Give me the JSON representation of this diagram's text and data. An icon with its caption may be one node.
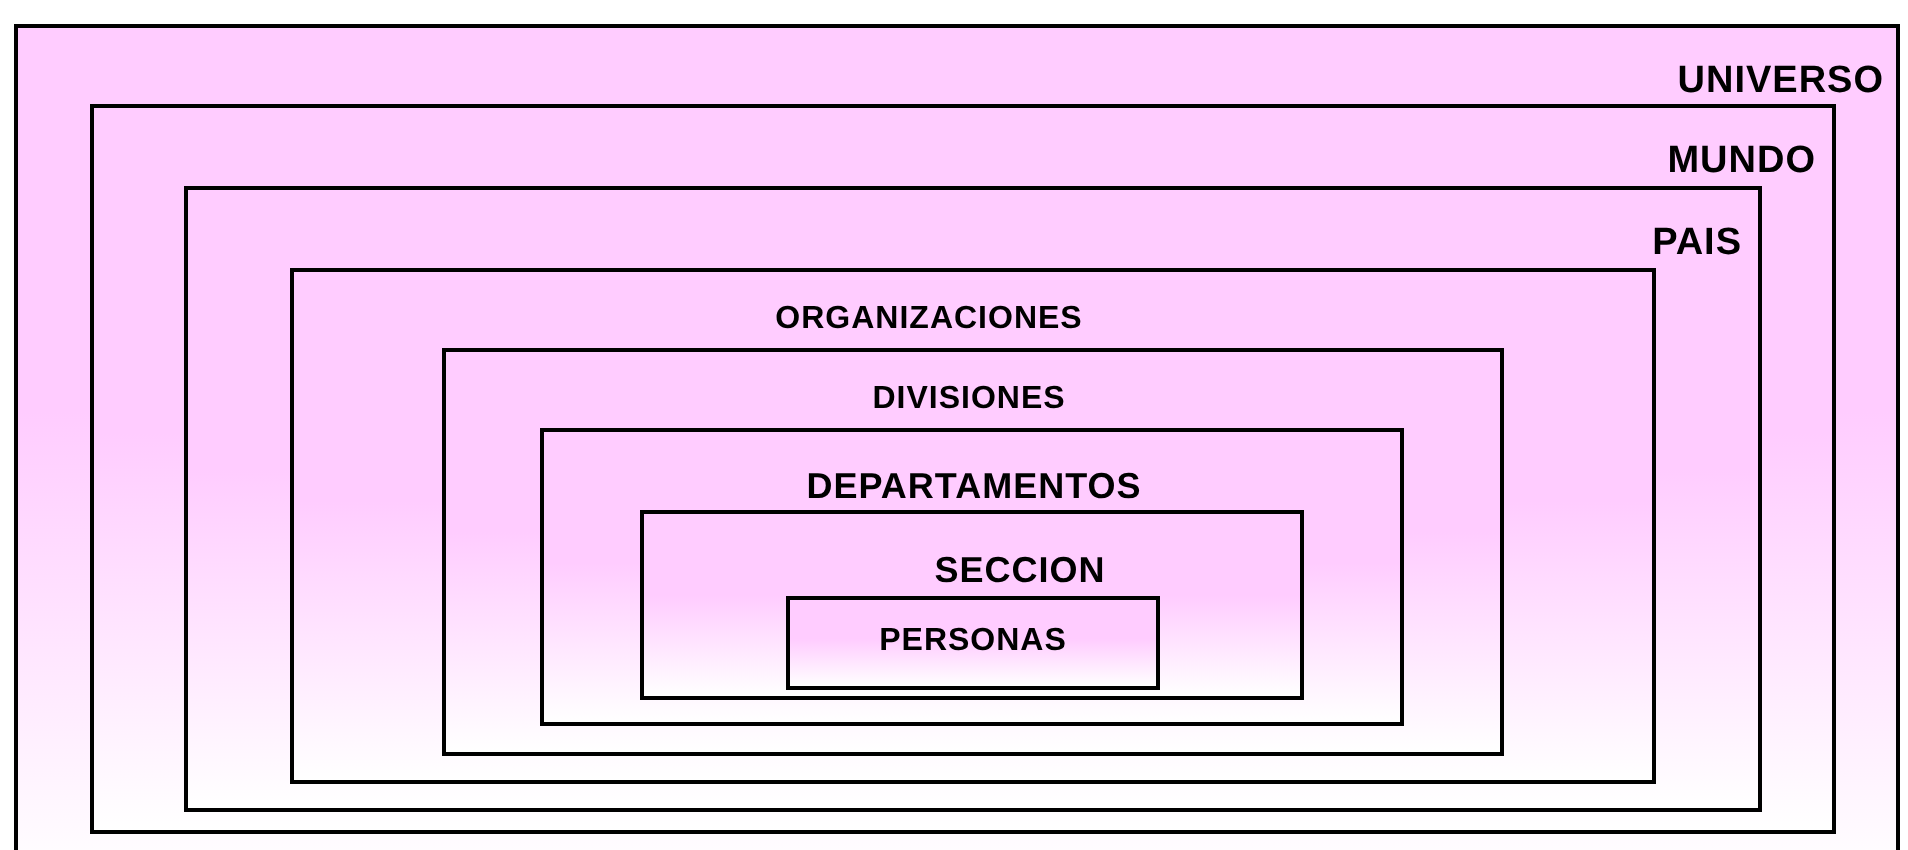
{
  "diagram": {
    "nodes": [
      {
        "text": [
          "UNIVERSO"
        ]
      },
      {
        "text": [
          "MUNDO"
        ],
        "in": 0
      },
      {
        "text": [
          "PAIS"
        ],
        "in": 1
      },
      {
        "text": [
          "ORGANIZACIONES"
        ],
        "in": 2
      },
      {
        "text": [
          "DIVISIONES"
        ],
        "in": 3
      },
      {
        "text": [
          "DEPARTAMENTOS"
        ],
        "in": 4
      },
      {
        "text": [
          "SECCION"
        ],
        "in": 5
      },
      {
        "text": [
          "PERSONAS"
        ],
        "in": 6
      }
    ]
  }
}
